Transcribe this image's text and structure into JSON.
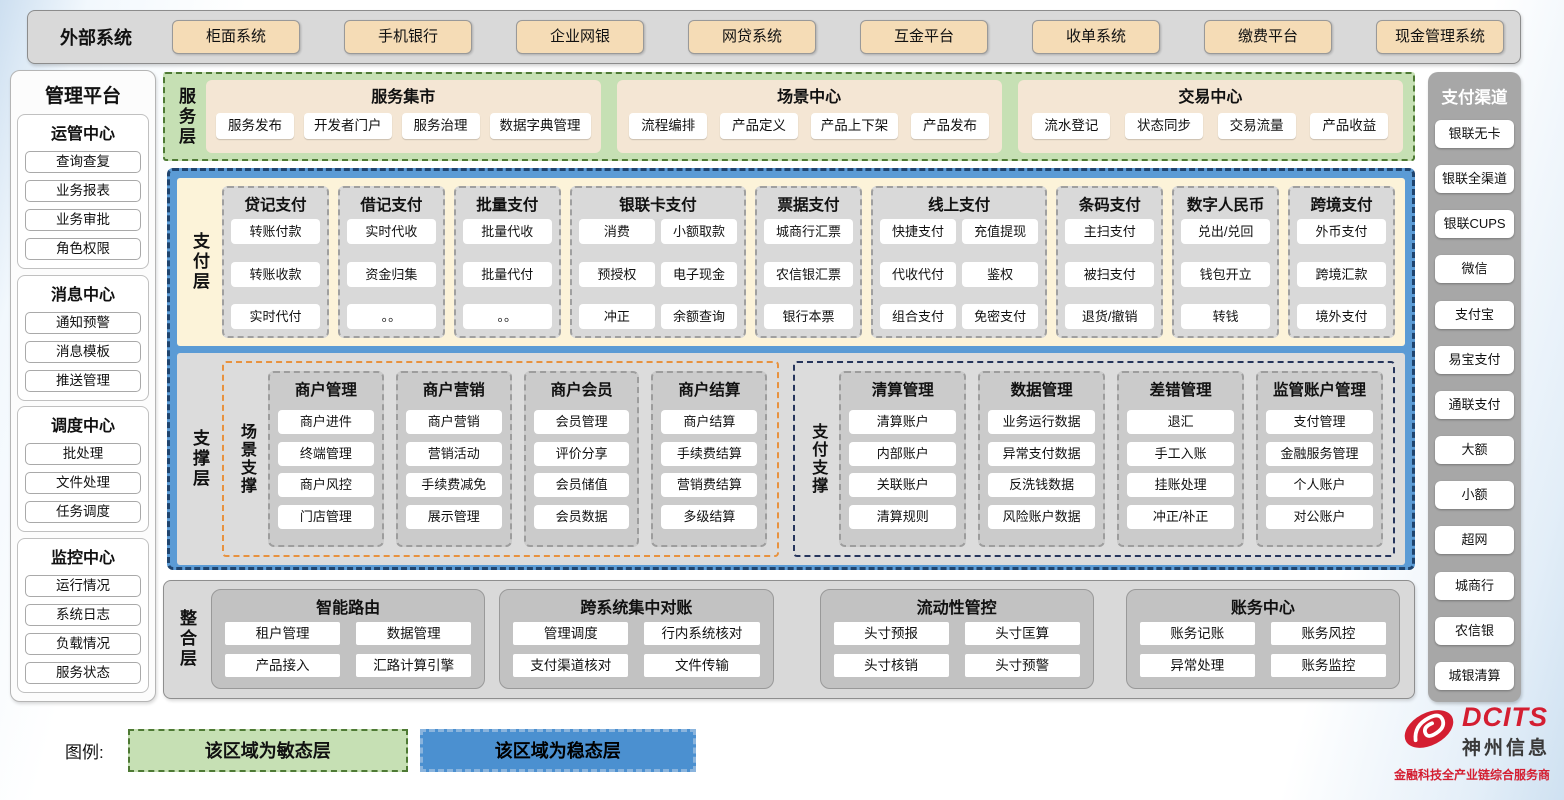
{
  "external_systems": {
    "label": "外部系统",
    "items": [
      "柜面系统",
      "手机银行",
      "企业网银",
      "网贷系统",
      "互金平台",
      "收单系统",
      "缴费平台",
      "现金管理系统"
    ]
  },
  "management_platform": {
    "title": "管理平台",
    "groups": [
      {
        "title": "运管中心",
        "items": [
          "查询查复",
          "业务报表",
          "业务审批",
          "角色权限"
        ]
      },
      {
        "title": "消息中心",
        "items": [
          "通知预警",
          "消息模板",
          "推送管理"
        ]
      },
      {
        "title": "调度中心",
        "items": [
          "批处理",
          "文件处理",
          "任务调度"
        ]
      },
      {
        "title": "监控中心",
        "items": [
          "运行情况",
          "系统日志",
          "负载情况",
          "服务状态"
        ]
      }
    ]
  },
  "service_layer": {
    "label": "服务层",
    "groups": [
      {
        "title": "服务集市",
        "items": [
          "服务发布",
          "开发者门户",
          "服务治理",
          "数据字典管理"
        ]
      },
      {
        "title": "场景中心",
        "items": [
          "流程编排",
          "产品定义",
          "产品上下架",
          "产品发布"
        ]
      },
      {
        "title": "交易中心",
        "items": [
          "流水登记",
          "状态同步",
          "交易流量",
          "产品收益"
        ]
      }
    ]
  },
  "payment_layer": {
    "label": "支付层",
    "columns": [
      {
        "title": "贷记支付",
        "items": [
          "转账付款",
          "转账收款",
          "实时代付"
        ]
      },
      {
        "title": "借记支付",
        "items": [
          "实时代收",
          "资金归集",
          "。。"
        ]
      },
      {
        "title": "批量支付",
        "items": [
          "批量代收",
          "批量代付",
          "。。"
        ]
      },
      {
        "title": "银联卡支付",
        "rows": [
          [
            "消费",
            "小额取款"
          ],
          [
            "预授权",
            "电子现金"
          ],
          [
            "冲正",
            "余额查询"
          ]
        ]
      },
      {
        "title": "票据支付",
        "items": [
          "城商行汇票",
          "农信银汇票",
          "银行本票"
        ]
      },
      {
        "title": "线上支付",
        "rows": [
          [
            "快捷支付",
            "充值提现"
          ],
          [
            "代收代付",
            "鉴权"
          ],
          [
            "组合支付",
            "免密支付"
          ]
        ]
      },
      {
        "title": "条码支付",
        "items": [
          "主扫支付",
          "被扫支付",
          "退货/撤销"
        ]
      },
      {
        "title": "数字人民币",
        "items": [
          "兑出/兑回",
          "钱包开立",
          "转钱"
        ]
      },
      {
        "title": "跨境支付",
        "items": [
          "外币支付",
          "跨境汇款",
          "境外支付"
        ]
      }
    ]
  },
  "support_layer": {
    "label": "支撑层",
    "groups": [
      {
        "label": "场景支撑",
        "accent": "#e8923e",
        "columns": [
          {
            "title": "商户管理",
            "items": [
              "商户进件",
              "终端管理",
              "商户风控",
              "门店管理"
            ]
          },
          {
            "title": "商户营销",
            "items": [
              "商户营销",
              "营销活动",
              "手续费减免",
              "展示管理"
            ]
          },
          {
            "title": "商户会员",
            "items": [
              "会员管理",
              "评价分享",
              "会员储值",
              "会员数据"
            ]
          },
          {
            "title": "商户结算",
            "items": [
              "商户结算",
              "手续费结算",
              "营销费结算",
              "多级结算"
            ]
          }
        ]
      },
      {
        "label": "支付支撑",
        "accent": "#26355c",
        "columns": [
          {
            "title": "清算管理",
            "items": [
              "清算账户",
              "内部账户",
              "关联账户",
              "清算规则"
            ]
          },
          {
            "title": "数据管理",
            "items": [
              "业务运行数据",
              "异常支付数据",
              "反洗钱数据",
              "风险账户数据"
            ]
          },
          {
            "title": "差错管理",
            "items": [
              "退汇",
              "手工入账",
              "挂账处理",
              "冲正/补正"
            ]
          },
          {
            "title": "监管账户管理",
            "items": [
              "支付管理",
              "金融服务管理",
              "个人账户",
              "对公账户"
            ]
          }
        ]
      }
    ]
  },
  "integration_layer": {
    "label": "整合层",
    "groups": [
      {
        "title": "智能路由",
        "rows": [
          [
            "租户管理",
            "数据管理"
          ],
          [
            "产品接入",
            "汇路计算引擎"
          ]
        ]
      },
      {
        "title": "跨系统集中对账",
        "rows": [
          [
            "管理调度",
            "行内系统核对"
          ],
          [
            "支付渠道核对",
            "文件传输"
          ]
        ]
      },
      {
        "title": "流动性管控",
        "rows": [
          [
            "头寸预报",
            "头寸匡算"
          ],
          [
            "头寸核销",
            "头寸预警"
          ]
        ]
      },
      {
        "title": "账务中心",
        "rows": [
          [
            "账务记账",
            "账务风控"
          ],
          [
            "异常处理",
            "账务监控"
          ]
        ]
      }
    ]
  },
  "payment_channels": {
    "title": "支付渠道",
    "items": [
      "银联无卡",
      "银联全渠道",
      "银联CUPS",
      "微信",
      "支付宝",
      "易宝支付",
      "通联支付",
      "大额",
      "小额",
      "超网",
      "城商行",
      "农信银",
      "城银清算"
    ]
  },
  "legend": {
    "label": "图例:",
    "agile": "该区域为敏态层",
    "stable": "该区域为稳态层"
  },
  "logo": {
    "brand": "DCITS",
    "name": "神州信息",
    "tagline": "金融科技全产业链综合服务商"
  },
  "colors": {
    "agile_green": "#c6e0b4",
    "agile_border": "#4e7a34",
    "stable_blue": "#5b9bd5",
    "stable_border": "#1f446e",
    "payment_cream": "#fcf3d9",
    "scene_accent": "#e8923e",
    "payment_support_accent": "#26355c",
    "external_tan": "#f5dcb6",
    "panel_gray": "#d9d9d9",
    "brand_red": "#d41e31"
  }
}
